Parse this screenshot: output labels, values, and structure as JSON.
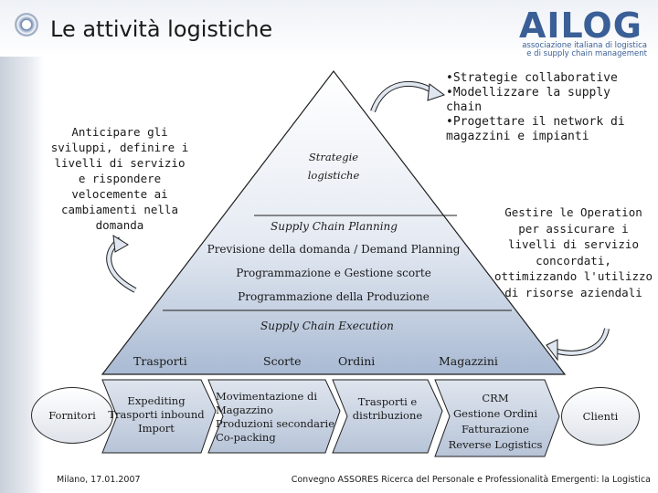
{
  "header": {
    "title": "Le attività logistiche",
    "logo_text": "AILOG",
    "logo_subtitle_1": "associazione italiana di logistica",
    "logo_subtitle_2": "e di supply chain management"
  },
  "notes": {
    "left": "Anticipare gli sviluppi, definire i livelli di servizio e rispondere velocemente ai cambiamenti nella domanda",
    "right_top_1": "•Strategie collaborative",
    "right_top_2": "•Modellizzare la supply chain",
    "right_top_3": "•Progettare il network di magazzini e impianti",
    "right_mid": "Gestire le Operation per assicurare i livelli di servizio concordati, ottimizzando l'utilizzo di risorse aziendali"
  },
  "pyramid": {
    "strategy_1": "Strategie",
    "strategy_2": "logistiche",
    "scp_label": "Supply Chain Planning",
    "planning_1": "Previsione della domanda / Demand Planning",
    "planning_2": "Programmazione e Gestione scorte",
    "planning_3": "Programmazione della Produzione",
    "sce_label": "Supply Chain Execution"
  },
  "columns": {
    "h1": "Trasporti",
    "h2": "Scorte",
    "h3": "Ordini",
    "h4": "Magazzini"
  },
  "flow": {
    "supplier": "Fornitori",
    "customer": "Clienti",
    "cell1_1": "Expediting",
    "cell1_2": "Trasporti inbound",
    "cell1_3": "Import",
    "cell2_1": "Movimentazione di",
    "cell2_2": "Magazzino",
    "cell2_3": "Produzioni secondarie",
    "cell2_4": "Co-packing",
    "cell3_1": "Trasporti e",
    "cell3_2": "distribuzione",
    "cell4_1": "CRM",
    "cell4_2": "Gestione Ordini",
    "cell4_3": "Fatturazione",
    "cell4_4": "Reverse Logistics"
  },
  "footer": {
    "left": "Milano, 17.01.2007",
    "right": "Convegno ASSORES Ricerca del Personale e Professionalità Emergenti: la Logistica"
  },
  "colors": {
    "pyramid_top": "#ffffff",
    "pyramid_bottom": "#9fb3cf",
    "arrow_fill": "#c5d0e0",
    "logo": "#3a5f96"
  }
}
